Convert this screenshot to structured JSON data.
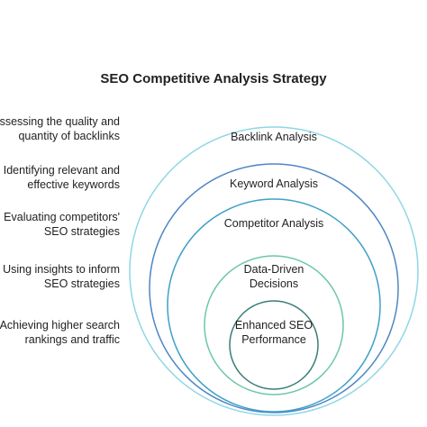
{
  "diagram": {
    "title": "SEO Competitive Analysis Strategy",
    "levels": [
      {
        "label": "Backlink Analysis",
        "description": "Assessing the quality and quantity of backlinks",
        "color": "#8fd6e6"
      },
      {
        "label": "Keyword Analysis",
        "description": "Identifying relevant and effective keywords",
        "color": "#4f86c6"
      },
      {
        "label": "Competitor Analysis",
        "description": "Evaluating competitors' SEO strategies",
        "color": "#3fa0c8"
      },
      {
        "label": "Data-Driven Decisions",
        "description": "Using insights to inform SEO strategies",
        "color": "#6cc7a8"
      },
      {
        "label": "Enhanced SEO Performance",
        "description": "Achieving higher search rankings and traffic",
        "color": "#3a7e78"
      }
    ]
  }
}
